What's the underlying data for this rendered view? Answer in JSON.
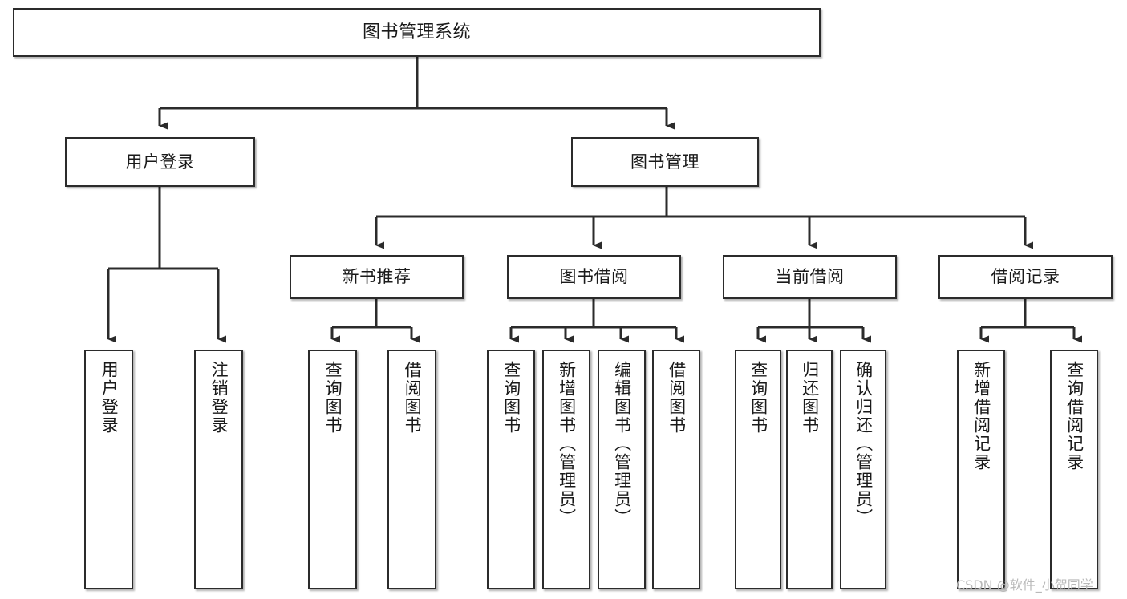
{
  "diagram": {
    "title": "图书管理系统",
    "watermark": "CSDN @软件_小贺同学",
    "colors": {
      "stroke": "#2b2b2b",
      "background": "#ffffff",
      "text": "#1a1a1a",
      "watermark": "#b9b9b9"
    },
    "levels": {
      "root": "图书管理系统",
      "level2": [
        "用户登录",
        "图书管理"
      ],
      "level3": [
        "新书推荐",
        "图书借阅",
        "当前借阅",
        "借阅记录"
      ]
    },
    "nodes": {
      "root": {
        "label": "图书管理系统"
      },
      "user_login": {
        "label": "用户登录"
      },
      "book_manage": {
        "label": "图书管理"
      },
      "new_book_rec": {
        "label": "新书推荐"
      },
      "book_borrow": {
        "label": "图书借阅"
      },
      "current_borrow": {
        "label": "当前借阅"
      },
      "borrow_record": {
        "label": "借阅记录"
      },
      "leaf_user_login": {
        "label": "用户登录"
      },
      "leaf_logout": {
        "label": "注销登录"
      },
      "leaf_query_book_1": {
        "label": "查询图书"
      },
      "leaf_borrow_book_1": {
        "label": "借阅图书"
      },
      "leaf_query_book_2": {
        "label": "查询图书"
      },
      "leaf_add_book": {
        "label": "新增图书（管理员）"
      },
      "leaf_edit_book": {
        "label": "编辑图书（管理员）"
      },
      "leaf_borrow_book_2": {
        "label": "借阅图书"
      },
      "leaf_query_book_3": {
        "label": "查询图书"
      },
      "leaf_return_book": {
        "label": "归还图书"
      },
      "leaf_confirm_return": {
        "label": "确认归还（管理员）"
      },
      "leaf_add_record": {
        "label": "新增借阅记录"
      },
      "leaf_query_record": {
        "label": "查询借阅记录"
      }
    }
  }
}
